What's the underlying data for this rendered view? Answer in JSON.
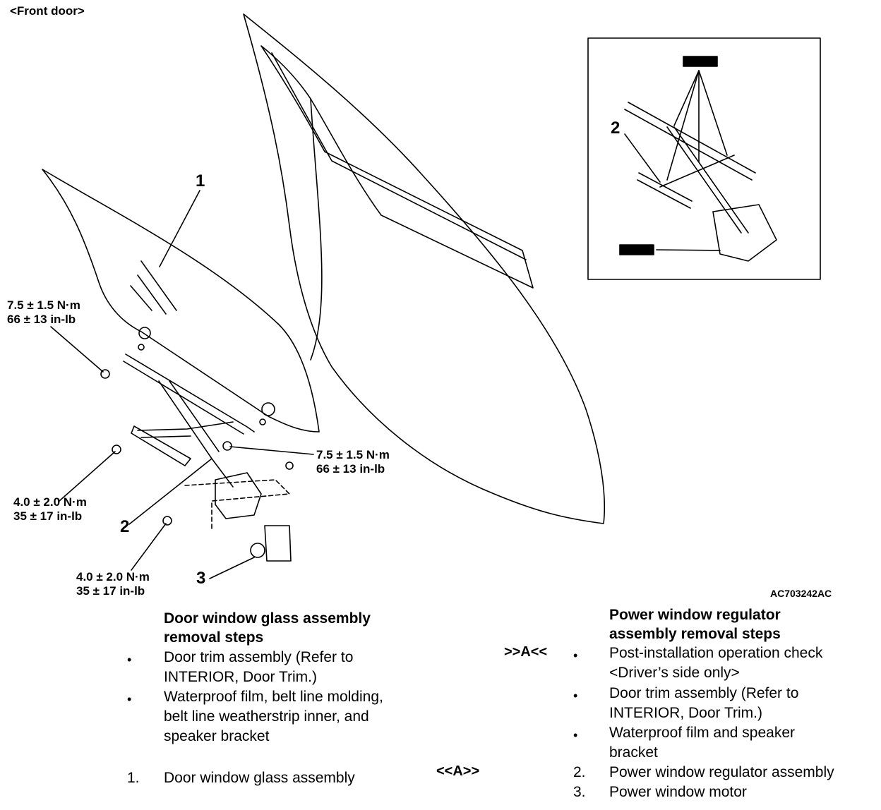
{
  "header": {
    "title": "<Front door>"
  },
  "figure": {
    "code": "AC703242AC",
    "callouts": {
      "glass": "1",
      "regulator": "2",
      "motor": "3",
      "inset_regulator": "2"
    },
    "torques": [
      {
        "line1": "7.5 ± 1.5 N·m",
        "line2": "66 ± 13 in-lb"
      },
      {
        "line1": "7.5 ± 1.5 N·m",
        "line2": "66 ± 13 in-lb"
      },
      {
        "line1": "4.0 ± 2.0 N·m",
        "line2": "35 ± 17 in-lb"
      },
      {
        "line1": "4.0 ± 2.0 N·m",
        "line2": "35 ± 17 in-lb"
      }
    ]
  },
  "glass_steps": {
    "heading_line1": "Door window glass assembly",
    "heading_line2": "removal steps",
    "items": [
      {
        "marker": "•",
        "lines": [
          "Door trim assembly (Refer to",
          "INTERIOR, Door Trim.)"
        ]
      },
      {
        "marker": "•",
        "lines": [
          "Waterproof film, belt line molding,",
          "belt line weatherstrip inner, and",
          "speaker bracket"
        ]
      },
      {
        "marker": "1.",
        "lines": [
          "Door window glass assembly"
        ]
      }
    ]
  },
  "regulator_steps": {
    "heading_line1": "Power window regulator",
    "heading_line2": "assembly removal steps",
    "items": [
      {
        "ref": ">>A<<",
        "marker": "•",
        "lines": [
          "Post-installation operation check",
          "<Driver’s side only>"
        ]
      },
      {
        "ref": "",
        "marker": "•",
        "lines": [
          "Door trim assembly (Refer to",
          "INTERIOR, Door Trim.)"
        ]
      },
      {
        "ref": "",
        "marker": "•",
        "lines": [
          "Waterproof film and speaker",
          "bracket"
        ]
      },
      {
        "ref": "<<A>>",
        "marker": "2.",
        "lines": [
          "Power window regulator assembly"
        ]
      },
      {
        "ref": "",
        "marker": "3.",
        "lines": [
          "Power window motor"
        ]
      }
    ]
  }
}
